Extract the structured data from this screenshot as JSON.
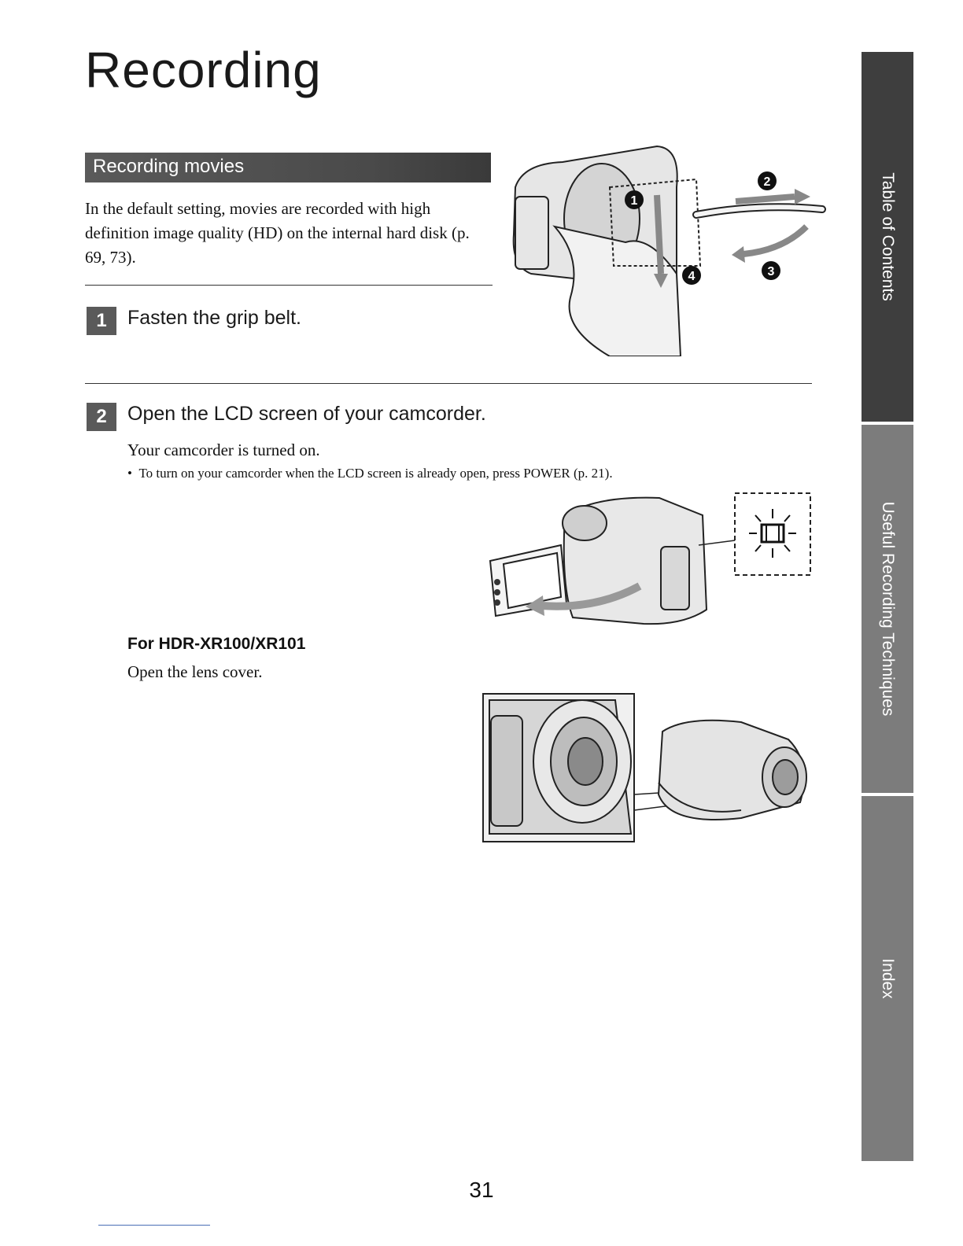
{
  "page": {
    "title": "Recording",
    "page_number": "31"
  },
  "section": {
    "heading": "Recording movies"
  },
  "intro": {
    "text": "In the default setting, movies are recorded with high definition image quality (HD) on the internal hard disk (p. 69, 73)."
  },
  "steps": [
    {
      "number": "1",
      "title": "Fasten the grip belt."
    },
    {
      "number": "2",
      "title": "Open the LCD screen of your camcorder.",
      "body": "Your camcorder is turned on.",
      "bullet": "To turn on your camcorder when the LCD screen is already open, press POWER (p. 21)."
    }
  ],
  "model_note": {
    "heading": "For HDR-XR100/XR101",
    "text": "Open the lens cover."
  },
  "grip_callouts": [
    "1",
    "2",
    "3",
    "4"
  ],
  "sidebar": {
    "tabs": [
      {
        "label": "Table of Contents",
        "active": true
      },
      {
        "label": "Useful Recording Techniques",
        "active": false
      },
      {
        "label": "Index",
        "active": false
      }
    ]
  },
  "icons": {
    "step_marker": "numbered-square",
    "movie_lamp": "film-icon"
  },
  "colors": {
    "tab_dark": "#3e3e3e",
    "tab_light": "#7c7c7c",
    "section_bar": "#4a4a4a"
  }
}
